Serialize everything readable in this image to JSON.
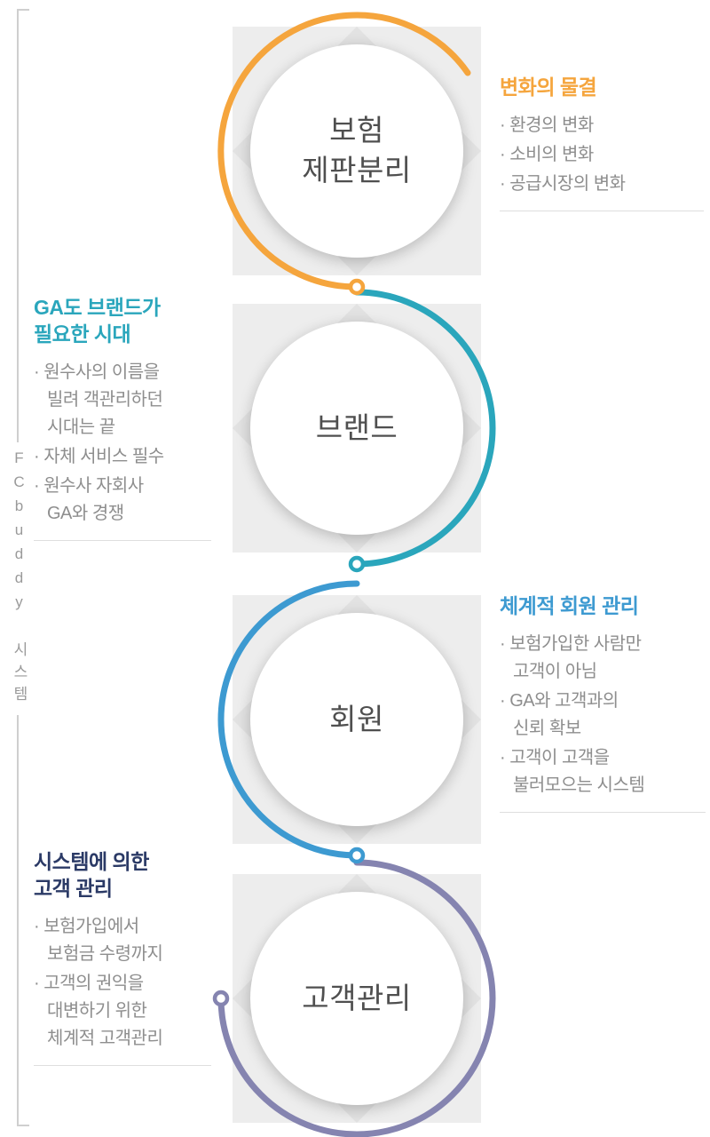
{
  "colors": {
    "orange": "#f5a53d",
    "teal": "#2aa6bc",
    "blue": "#3d9ad1",
    "purple": "#8584b0",
    "navy": "#2b3a66",
    "tile_gray": "#ededed",
    "bullet_gray": "#8e8e8e"
  },
  "axis": {
    "label": "FCbuddy 시스템"
  },
  "nodes": [
    {
      "label": "보험\n제판분리"
    },
    {
      "label": "브랜드"
    },
    {
      "label": "회원"
    },
    {
      "label": "고객관리"
    }
  ],
  "blocks": [
    {
      "title": "변화의 물결",
      "items": [
        "· 환경의 변화",
        "· 소비의 변화",
        "· 공급시장의 변화"
      ]
    },
    {
      "title": "GA도 브랜드가\n필요한 시대",
      "items": [
        "· 원수사의 이름을\n빌려 객관리하던\n시대는 끝",
        "· 자체 서비스 필수",
        "· 원수사 자회사\nGA와 경쟁"
      ]
    },
    {
      "title": "체계적 회원 관리",
      "items": [
        "· 보험가입한 사람만\n고객이 아님",
        "· GA와 고객과의\n신뢰 확보",
        "· 고객이 고객을\n불러모으는 시스템"
      ]
    },
    {
      "title": "시스템에 의한\n고객 관리",
      "items": [
        "· 보험가입에서\n보험금 수령까지",
        "· 고객의 권익을\n대변하기 위한\n체계적 고객관리"
      ]
    }
  ]
}
